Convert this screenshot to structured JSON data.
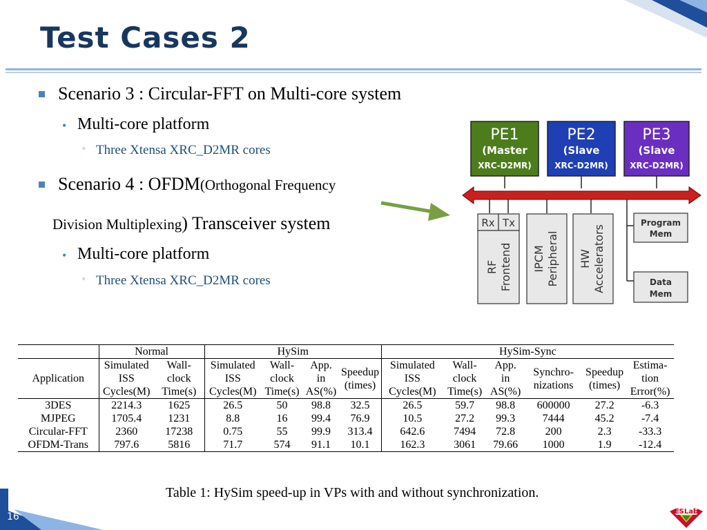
{
  "slide": {
    "title": "Test Cases 2",
    "number": "16"
  },
  "content": {
    "scenario3": {
      "title": "Scenario 3 : Circular-FFT on Multi-core system",
      "platform": "Multi-core platform",
      "cores": "Three Xtensa XRC_D2MR cores"
    },
    "scenario4": {
      "title_lead": "Scenario 4 : OFDM",
      "title_paren_open": "(Orthogonal Frequency",
      "title_paren_close": "Division Multiplexing",
      "title_tail": ") Transceiver system",
      "platform": "Multi-core platform",
      "cores": "Three Xtensa XRC_D2MR cores"
    }
  },
  "diagram": {
    "pe1": {
      "name": "PE1",
      "role": "(Master",
      "core": "XRC-D2MR)",
      "color": "#4d7c1c"
    },
    "pe2": {
      "name": "PE2",
      "role": "(Slave",
      "core": "XRC-D2MR)",
      "color": "#1f3fb4"
    },
    "pe3": {
      "name": "PE3",
      "role": "(Slave",
      "core": "XRC-D2MR)",
      "color": "#6a2fc0"
    },
    "bus_color": "#cc1f1f",
    "rx": "Rx",
    "tx": "Tx",
    "rf_line1": "RF",
    "rf_line2": "Frontend",
    "ipcm_line1": "IPCM",
    "ipcm_line2": "Peripheral",
    "hw_line1": "HW",
    "hw_line2": "Accelerators",
    "prog_line1": "Program",
    "prog_line2": "Mem",
    "data_line1": "Data",
    "data_line2": "Mem",
    "arrow_color": "#77a043"
  },
  "table": {
    "groups": {
      "normal": "Normal",
      "hysim": "HySim",
      "sync": "HySim-Sync"
    },
    "headers": {
      "application": "Application",
      "sim_iss": [
        "Simulated",
        "ISS",
        "Cycles(M)"
      ],
      "wall": [
        "Wall-",
        "clock",
        "Time(s)"
      ],
      "app": [
        "App.",
        "in",
        "AS(%)"
      ],
      "speedup": [
        "Speedup",
        "(times)"
      ],
      "synchro": [
        "Synchro-",
        "nizations"
      ],
      "estim": [
        "Estima-",
        "tion",
        "Error(%)"
      ]
    },
    "rows": [
      {
        "app": "3DES",
        "n_sim": "2214.3",
        "n_wall": "1625",
        "h_sim": "26.5",
        "h_wall": "50",
        "h_app": "98.8",
        "h_speed": "32.5",
        "s_sim": "26.5",
        "s_wall": "59.7",
        "s_app": "98.8",
        "s_sync": "600000",
        "s_speed": "27.2",
        "s_err": "-6.3"
      },
      {
        "app": "MJPEG",
        "n_sim": "1705.4",
        "n_wall": "1231",
        "h_sim": "8.8",
        "h_wall": "16",
        "h_app": "99.4",
        "h_speed": "76.9",
        "s_sim": "10.5",
        "s_wall": "27.2",
        "s_app": "99.3",
        "s_sync": "7444",
        "s_speed": "45.2",
        "s_err": "-7.4"
      },
      {
        "app": "Circular-FFT",
        "n_sim": "2360",
        "n_wall": "17238",
        "h_sim": "0.75",
        "h_wall": "55",
        "h_app": "99.9",
        "h_speed": "313.4",
        "s_sim": "642.6",
        "s_wall": "7494",
        "s_app": "72.8",
        "s_sync": "200",
        "s_speed": "2.3",
        "s_err": "-33.3"
      },
      {
        "app": "OFDM-Trans",
        "n_sim": "797.6",
        "n_wall": "5816",
        "h_sim": "71.7",
        "h_wall": "574",
        "h_app": "91.1",
        "h_speed": "10.1",
        "s_sim": "162.3",
        "s_wall": "3061",
        "s_app": "79.66",
        "s_sync": "1000",
        "s_speed": "1.9",
        "s_err": "-12.4"
      }
    ],
    "caption": "Table 1: HySim speed-up in VPs with and without synchronization."
  },
  "logo": {
    "text": "ESLab"
  },
  "colors": {
    "title": "#17375e",
    "accent": "#4f81bd",
    "corner_dark": "#1f4e9a"
  }
}
